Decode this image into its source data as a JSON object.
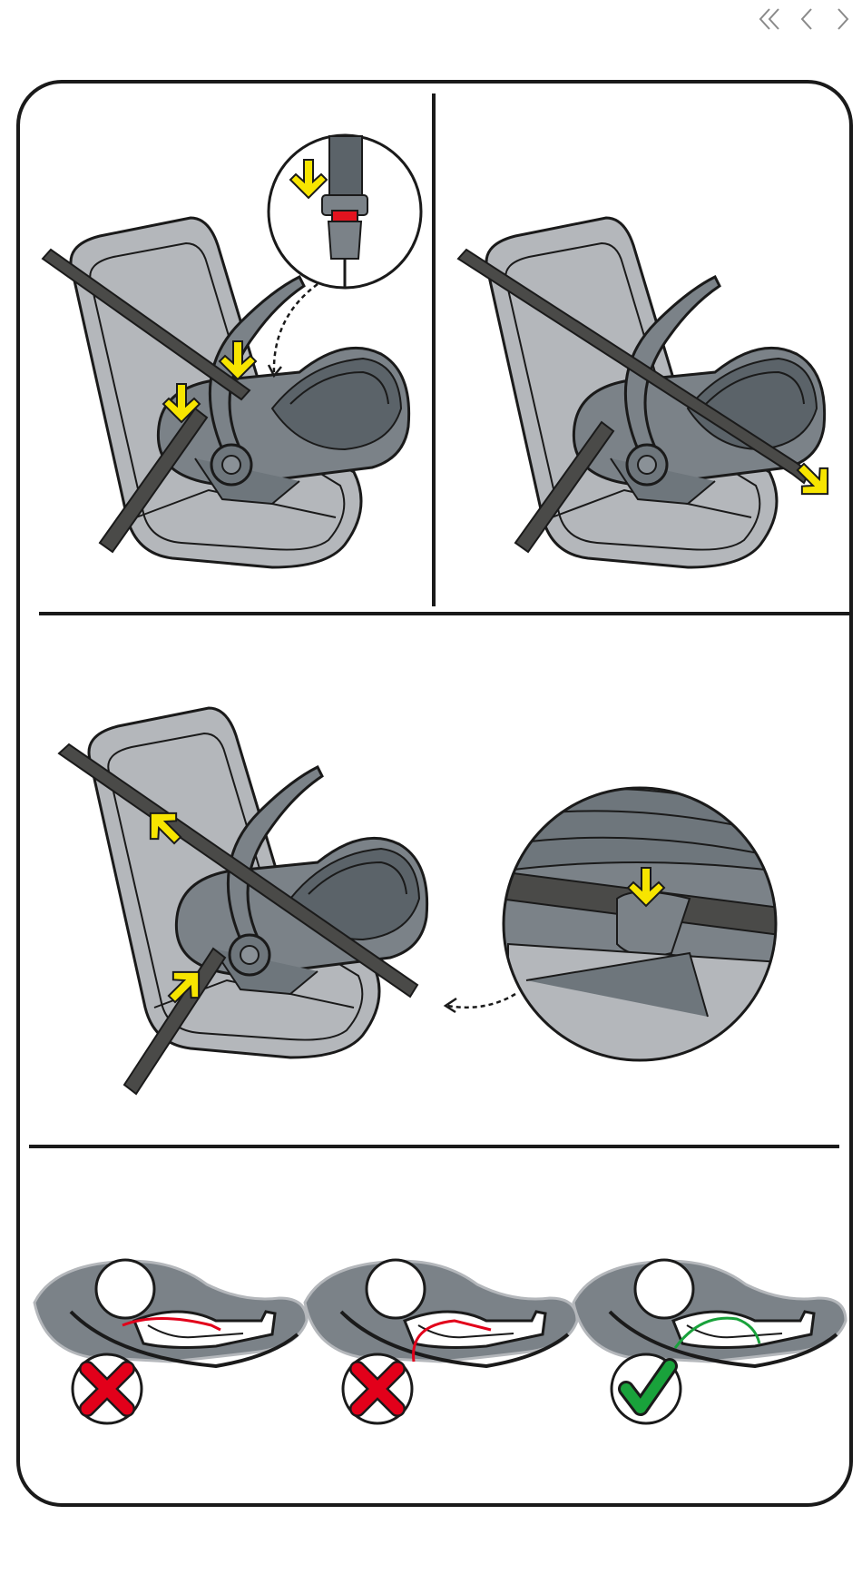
{
  "nav": {
    "first_icon": "double-chevron-left-icon",
    "prev_icon": "chevron-left-icon",
    "next_icon": "chevron-right-icon"
  },
  "colors": {
    "frame": "#1a1a1a",
    "seat_light": "#b4b7bb",
    "carrier": "#7b8288",
    "carrier_dark": "#5b6369",
    "belt": "#4a4a48",
    "arrow": "#f7e500",
    "buckle_red": "#e2131f",
    "wrong_red": "#e2001a",
    "correct_green": "#19a23b",
    "body_white": "#ffffff"
  },
  "panels": [
    {
      "step": "buckle-lap-belt",
      "icon": "buckle-detail-icon"
    },
    {
      "step": "route-shoulder-belt",
      "icon": "seat-hook-icon"
    },
    {
      "step": "tension-belt",
      "icon": "belt-guide-detail-icon"
    }
  ],
  "checks": [
    {
      "result": "incorrect",
      "icon": "cross-icon"
    },
    {
      "result": "incorrect",
      "icon": "cross-icon"
    },
    {
      "result": "correct",
      "icon": "checkmark-icon"
    }
  ]
}
